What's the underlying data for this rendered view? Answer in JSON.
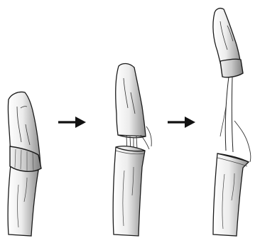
{
  "diagram": {
    "stages": [
      {
        "id": "intact",
        "icon": "intact-stem-icon"
      },
      {
        "id": "split",
        "icon": "split-stem-icon"
      },
      {
        "id": "separated",
        "icon": "separated-stem-icon"
      }
    ],
    "arrows": [
      {
        "id": "arrow-1",
        "icon": "right-arrow-icon"
      },
      {
        "id": "arrow-2",
        "icon": "right-arrow-icon"
      }
    ],
    "colors": {
      "outline": "#1a1a1a",
      "shade_dark": "#9a9a9a",
      "shade_light": "#ffffff",
      "background": "#ffffff"
    }
  }
}
